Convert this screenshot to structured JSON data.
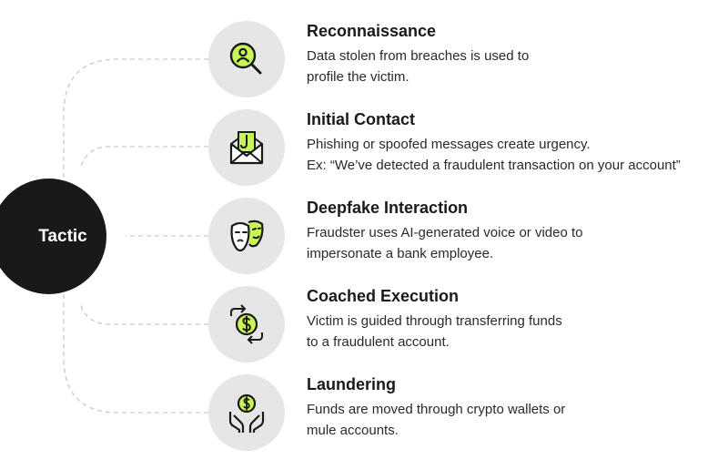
{
  "hub": {
    "label": "Tactic"
  },
  "colors": {
    "accent": "#c8f558",
    "hub": "#191919",
    "icon_bg": "#e6e6e6",
    "line": "#c9c9c9"
  },
  "steps": [
    {
      "icon": "magnifier-person-icon",
      "title": "Reconnaissance",
      "lines": [
        "Data stolen from breaches is used to",
        "profile the victim."
      ]
    },
    {
      "icon": "envelope-hook-icon",
      "title": "Initial Contact",
      "lines": [
        "Phishing or spoofed messages create urgency.",
        "Ex: “We’ve detected a fraudulent transaction on your account”"
      ]
    },
    {
      "icon": "theater-masks-icon",
      "title": "Deepfake Interaction",
      "lines": [
        "Fraudster uses AI-generated voice or video to",
        "impersonate a bank employee."
      ]
    },
    {
      "icon": "dollar-transfer-arrows-icon",
      "title": "Coached Execution",
      "lines": [
        "Victim is guided through transferring funds",
        "to a fraudulent account."
      ]
    },
    {
      "icon": "hands-coin-icon",
      "title": "Laundering",
      "lines": [
        "Funds are moved through crypto wallets or",
        "mule accounts."
      ]
    }
  ]
}
